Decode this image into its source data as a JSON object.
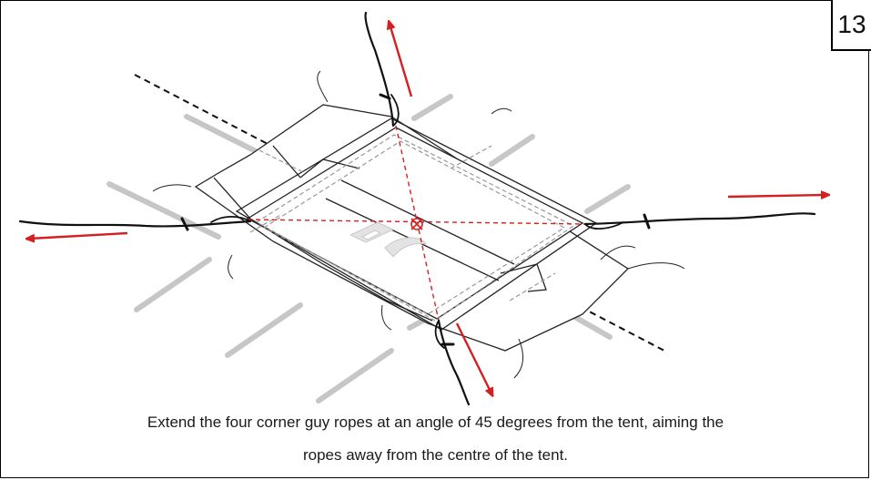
{
  "step_number": "13",
  "caption": {
    "line1": "Extend the four corner guy ropes at an angle of 45 degrees from the tent, aiming the",
    "line2": "ropes away from the centre of the tent."
  },
  "colors": {
    "arrow": "#d42020",
    "rope": "#111111",
    "outline": "#222222",
    "pole": "#b5b5b5",
    "dashed_center": "#d42020",
    "emblem": "#d9d9d9"
  },
  "icons": {
    "arrows": "red-arrow",
    "center_marker": "target-circle-icon",
    "emblem": "red-cross-crescent-emblem"
  }
}
